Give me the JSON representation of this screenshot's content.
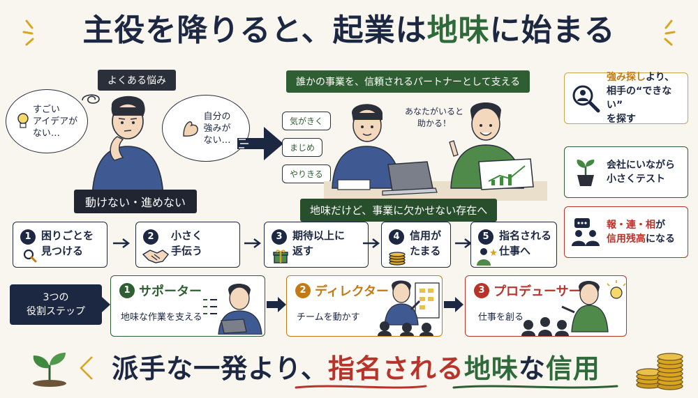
{
  "title": {
    "part1": "主役を降りると、起業は",
    "part2": "地味",
    "part3": "に始まる"
  },
  "worry": {
    "label": "よくある悩み",
    "bubble_left": "すごい\nアイデアが\nない…",
    "bubble_right": "自分の\n強みが\nない…",
    "caption": "動けない・進めない"
  },
  "partner": {
    "label": "誰かの事業を、信頼されるパートナーとして支える",
    "traits": [
      "気がきく",
      "まじめ",
      "やりきる"
    ],
    "speech": "あなたがいると\n助かる！",
    "caption": "地味だけど、事業に欠かせない存在へ"
  },
  "tips": [
    {
      "highlight": "強み探し",
      "text_after": "より、",
      "line2": "相手の“できない”",
      "line3": "を探す",
      "icon": "magnifier-person-icon"
    },
    {
      "highlight": "",
      "text_after": "会社にいながら",
      "line2": "小さくテスト",
      "line3": "",
      "icon": "sprout-pot-icon"
    },
    {
      "highlight": "報・連・相",
      "text_after": "が",
      "line2": "信用残高",
      "line2_after": "になる",
      "line3": "",
      "icon": "team-chat-icon"
    }
  ],
  "steps": [
    {
      "num": "1",
      "text": "困りごとを\n見つける",
      "icon": "magnifier-icon"
    },
    {
      "num": "2",
      "text": "小さく\n手伝う",
      "icon": "handshake-icon"
    },
    {
      "num": "3",
      "text": "期待以上に\n返す",
      "icon": "gift-icon"
    },
    {
      "num": "4",
      "text": "信用が\nたまる",
      "icon": "coins-icon"
    },
    {
      "num": "5",
      "text": "指名される\n仕事へ",
      "icon": "star-person-icon"
    }
  ],
  "roles_label": "3つの\n役割ステップ",
  "roles": [
    {
      "num": "1",
      "title": "サポーター",
      "sub": "地味な作業を支える",
      "color": "#2f5e33"
    },
    {
      "num": "2",
      "title": "ディレクター",
      "sub": "チームを動かす",
      "color": "#c47a12"
    },
    {
      "num": "3",
      "title": "プロデューサー",
      "sub": "仕事を創る",
      "color": "#b8342a"
    }
  ],
  "bottom": {
    "part1": "派手な一発より、",
    "part2": "指名される",
    "part3": "地味",
    "part4": "な",
    "part5": "信用"
  },
  "colors": {
    "navy": "#1c2742",
    "green": "#2f5e33",
    "orange": "#c47a12",
    "red": "#b8342a"
  }
}
